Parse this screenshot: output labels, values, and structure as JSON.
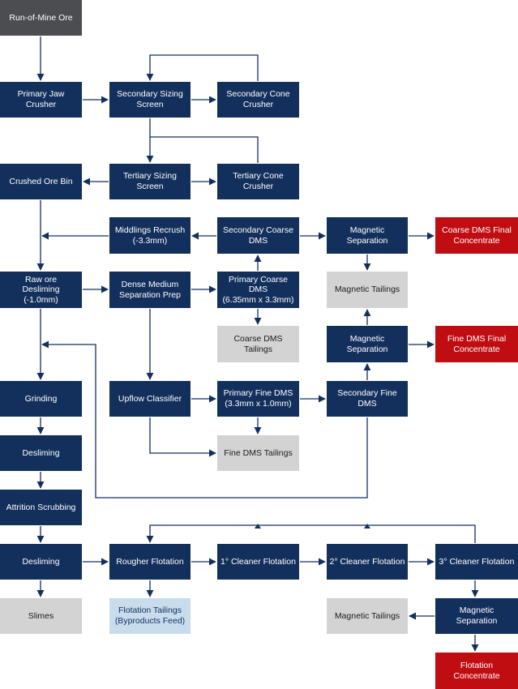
{
  "nodes": {
    "rom": "Run-of-Mine Ore",
    "jaw": "Primary Jaw\nCrusher",
    "sec_screen": "Secondary Sizing\nScreen",
    "sec_cone": "Secondary Cone\nCrusher",
    "bin": "Crushed Ore Bin",
    "ter_screen": "Tertiary Sizing\nScreen",
    "ter_cone": "Tertiary Cone\nCrusher",
    "middlings": "Middlings Recrush\n(-3.3mm)",
    "sec_coarse": "Secondary Coarse\nDMS",
    "mag_sep_1": "Magnetic\nSeparation",
    "coarse_conc": "Coarse DMS Final\nConcentrate",
    "raw_desliming": "Raw ore\nDesliming\n(-1.0mm)",
    "dm_prep": "Dense Medium\nSeparation Prep",
    "pri_coarse": "Primary Coarse\nDMS\n(6.35mm x 3.3mm)",
    "mag_tail_1": "Magnetic Tailings",
    "coarse_tail": "Coarse DMS\nTailings",
    "mag_sep_2": "Magnetic\nSeparation",
    "fine_conc": "Fine DMS Final\nConcentrate",
    "grinding": "Grinding",
    "upflow": "Upflow Classifier",
    "pri_fine": "Primary Fine DMS\n(3.3mm x 1.0mm)",
    "sec_fine": "Secondary Fine\nDMS",
    "desliming_1": "Desliming",
    "fine_tail": "Fine DMS Tailings",
    "attrition": "Attrition Scrubbing",
    "desliming_2": "Desliming",
    "rougher": "Rougher Flotation",
    "cleaner_1": "1° Cleaner Flotation",
    "cleaner_2": "2° Cleaner Flotation",
    "cleaner_3": "3° Cleaner Flotation",
    "slimes": "Slimes",
    "flot_tail": "Flotation Tailings\n(Byproducts Feed)",
    "mag_tail_2": "Magnetic Tailings",
    "mag_sep_3": "Magnetic\nSeparation",
    "flot_conc": "Flotation\nConcentrate"
  },
  "colors": {
    "process": "#13305c",
    "final_product": "#c00d12",
    "feed": "#4b4d50",
    "tailings": "#d3d3d3",
    "byproduct": "#c8dced",
    "arrow": "#13305c"
  }
}
